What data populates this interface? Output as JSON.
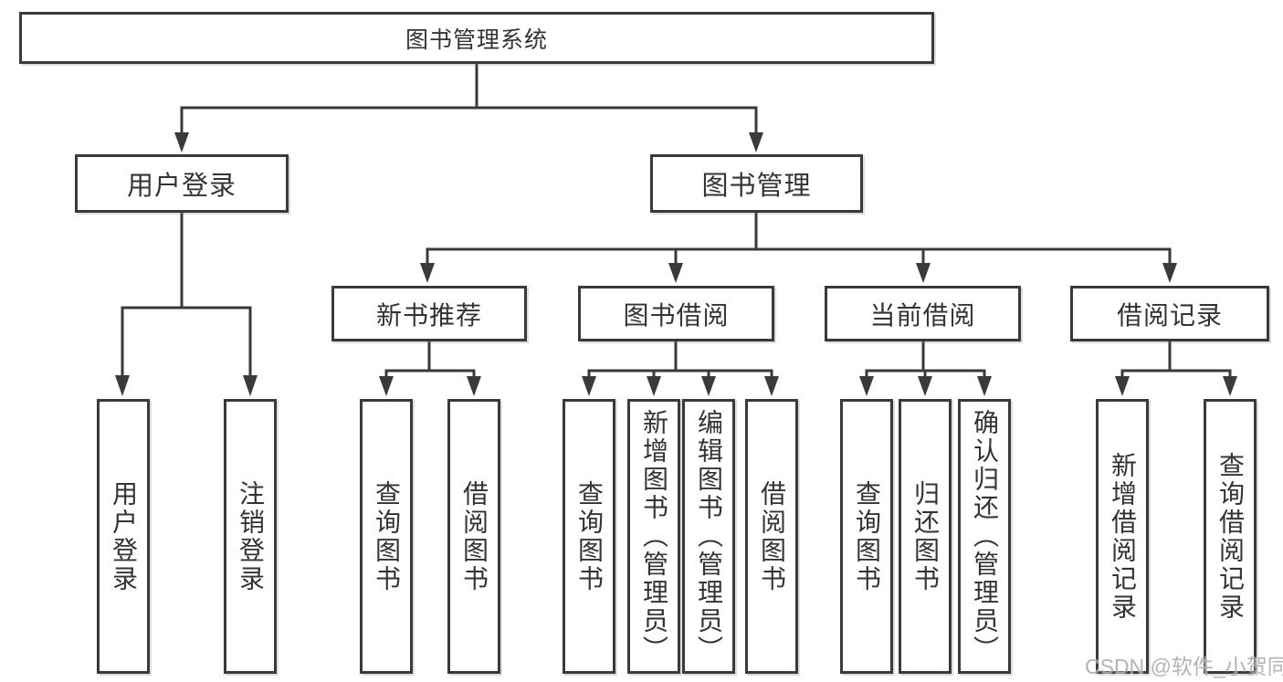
{
  "colors": {
    "line": "#3a3a3a",
    "box_border": "#3a3a3a",
    "text": "#333333",
    "background": "#ffffff",
    "watermark": "#ababab"
  },
  "tree": {
    "root": {
      "label": "图书管理系统"
    },
    "level2": {
      "user_login": {
        "label": "用户登录",
        "leaves": [
          "用户登录",
          "注销登录"
        ]
      },
      "book_management": {
        "label": "图书管理",
        "groups": {
          "new_book_recommend": {
            "label": "新书推荐",
            "leaves": [
              "查询图书",
              "借阅图书"
            ]
          },
          "book_borrowing": {
            "label": "图书借阅",
            "leaves": [
              "查询图书",
              "新增图书（管理员）",
              "编辑图书（管理员）",
              "借阅图书"
            ]
          },
          "current_borrowing": {
            "label": "当前借阅",
            "leaves": [
              "查询图书",
              "归还图书",
              "确认归还（管理员）"
            ]
          },
          "borrowing_records": {
            "label": "借阅记录",
            "leaves": [
              "新增借阅记录",
              "查询借阅记录"
            ]
          }
        }
      }
    }
  },
  "watermark": {
    "text": "CSDN @软件_小贺同学"
  }
}
